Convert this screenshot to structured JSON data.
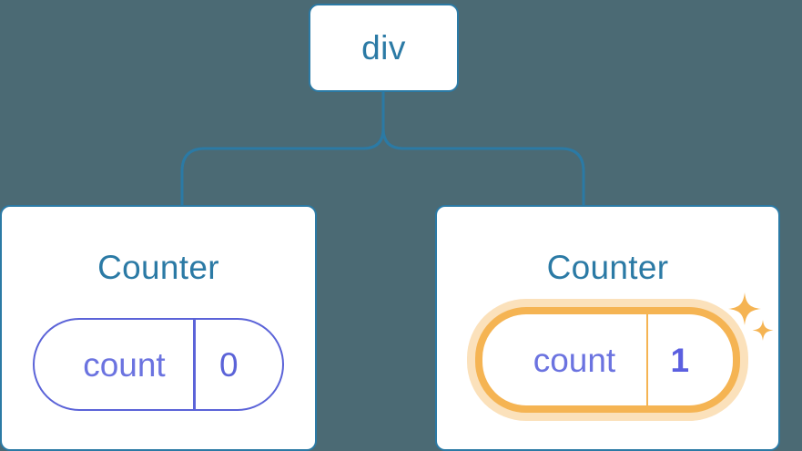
{
  "diagram": {
    "type": "component-tree",
    "background_color": "#4b6a74",
    "accent_color": "#2b7aa5",
    "state_color": "#5b63d8",
    "highlight_color": "#f5b453",
    "highlight_glow_color": "#fbe1bb"
  },
  "root": {
    "label": "div"
  },
  "children": [
    {
      "title": "Counter",
      "state": {
        "key": "count",
        "value": "0"
      },
      "highlighted": false
    },
    {
      "title": "Counter",
      "state": {
        "key": "count",
        "value": "1"
      },
      "highlighted": true,
      "sparkle_icons": [
        "sparkle-large",
        "sparkle-small"
      ]
    }
  ]
}
